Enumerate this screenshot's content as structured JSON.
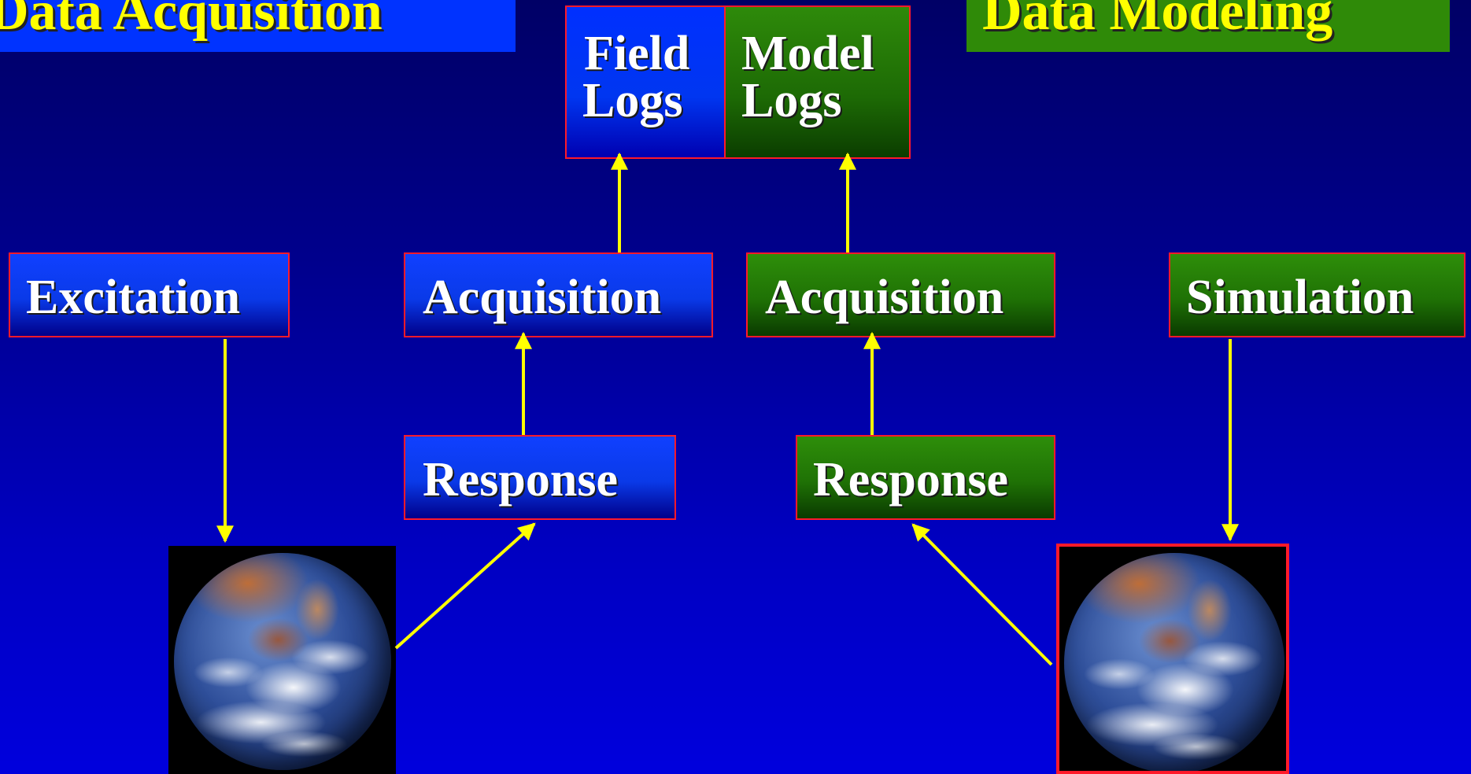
{
  "titles": {
    "acquisition": "Data Acquisition",
    "modeling": "Data Modeling"
  },
  "logs": {
    "field": {
      "line1": "Field",
      "line2": "Logs"
    },
    "model": {
      "line1": "Model",
      "line2": "Logs"
    }
  },
  "acquisition_side": {
    "excitation": "Excitation",
    "acquisition": "Acquisition",
    "response": "Response",
    "earth_icon": "earth-photo"
  },
  "modeling_side": {
    "simulation": "Simulation",
    "acquisition": "Acquisition",
    "response": "Response",
    "earth_icon": "earth-photo"
  },
  "colors": {
    "arrow": "#ffff00",
    "border": "#ff1a2a",
    "acquisition_fill": "#0033ff",
    "modeling_fill": "#2f8a08",
    "title_text": "#ffff00"
  }
}
